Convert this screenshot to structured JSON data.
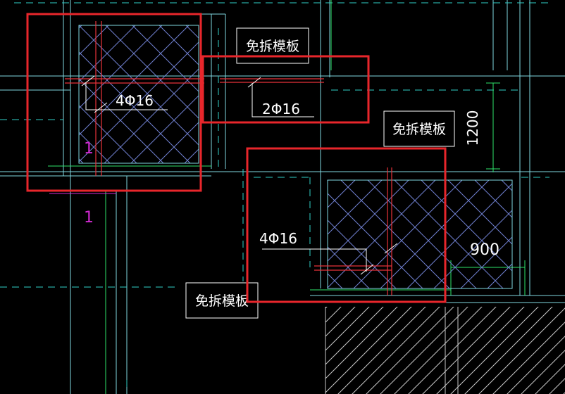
{
  "colors": {
    "background": "#000000",
    "wall_line": "#7fd8e0",
    "wall_dashed": "#2fd0c8",
    "hatch": "#6f7fd0",
    "rebar": "#e8323a",
    "dimension": "#2ee36a",
    "magenta": "#d22ad2",
    "annotation": "#ffffff",
    "highlight": "#e8262b"
  },
  "labels": {
    "formwork_label_top": "免拆模板",
    "formwork_label_right": "免拆模板",
    "formwork_label_bottom": "免拆模板",
    "rebar_top_left": "4Φ16",
    "rebar_top_middle": "2Φ16",
    "rebar_bottom_right": "4Φ16",
    "dim_vertical": "1200",
    "dim_horizontal": "900",
    "grid_tag_upper": "1",
    "grid_tag_lower": "1"
  },
  "highlight_boxes": [
    {
      "id": "top-left-column"
    },
    {
      "id": "top-middle-beam"
    },
    {
      "id": "bottom-right-column"
    }
  ]
}
